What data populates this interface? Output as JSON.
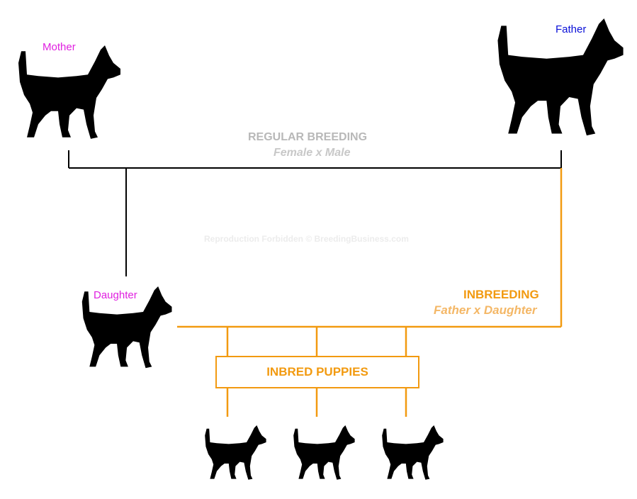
{
  "labels": {
    "mother": "Mother",
    "father": "Father",
    "daughter": "Daughter"
  },
  "regular_breeding": {
    "title": "REGULAR BREEDING",
    "subtitle": "Female x Male"
  },
  "inbreeding": {
    "title": "INBREEDING",
    "subtitle": "Father x Daughter"
  },
  "puppies_box": {
    "label": "INBRED PUPPIES"
  },
  "watermark": "Reproduction Forbidden © BreedingBusiness.com",
  "colors": {
    "regular_line": "#000000",
    "inbreeding_line": "#f29a10",
    "mother_label": "#e020e0",
    "father_label": "#0a10d8",
    "regular_text": "#b8b8b8",
    "inbreeding_text": "#f29a10",
    "dog_fill": "#000000"
  },
  "icons": [
    "dog-silhouette-icon"
  ]
}
